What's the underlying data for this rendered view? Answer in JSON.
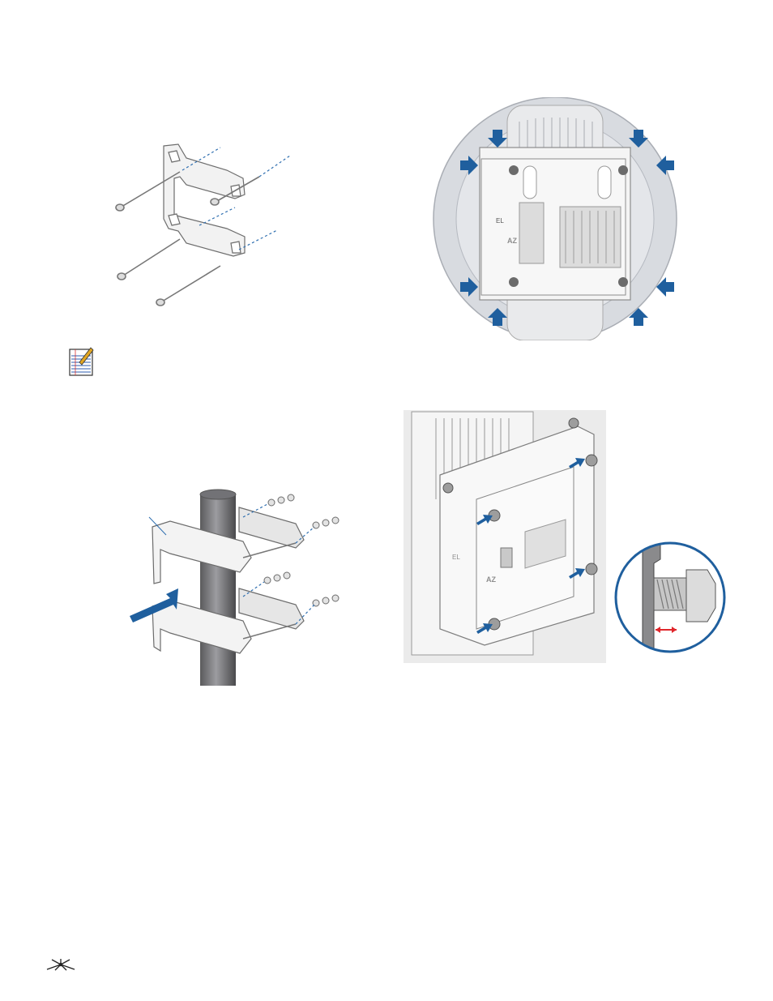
{
  "figures": {
    "wall_mount": {
      "icon": "wall-mount-screws-illustration"
    },
    "dish_rear": {
      "label_el": "EL",
      "label_az": "AZ",
      "arrow_color": "#1f5f9e"
    },
    "note": {
      "icon": "note-pad-icon"
    },
    "pole_mount": {
      "icon": "pole-mount-illustration",
      "arrow_color": "#1f5f9e"
    },
    "bracket": {
      "label_az": "AZ",
      "label_el": "EL"
    },
    "detail": {
      "icon": "nut-gap-detail",
      "ring_color": "#1f5f9e",
      "gap_color": "#e0262b"
    }
  },
  "footer": {
    "logo": "ubiquiti-logo-icon"
  }
}
